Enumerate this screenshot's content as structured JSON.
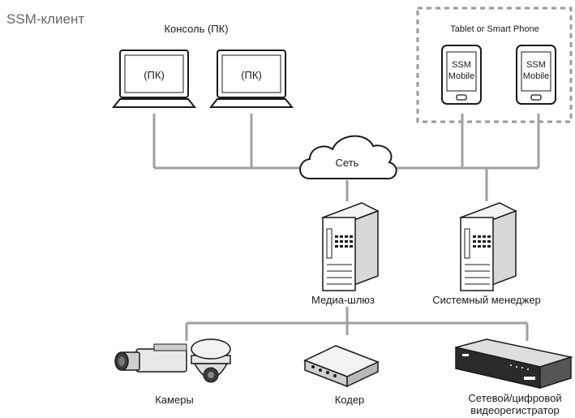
{
  "title": "SSM-клиент",
  "console": {
    "label": "Консоль (ПК)",
    "pc_labels": [
      "(ПК)",
      "(ПК)"
    ]
  },
  "mobile": {
    "group_label": "Tablet or Smart Phone",
    "device_label_line1": "SSM",
    "device_label_line2": "Mobile"
  },
  "network": {
    "label": "Сеть"
  },
  "servers": {
    "media_gateway": "Медиа-шлюз",
    "system_manager": "Системный менеджер"
  },
  "devices": {
    "cameras": "Камеры",
    "encoder": "Кодер",
    "recorder_line1": "Сетевой/цифровой",
    "recorder_line2": "видеорегистратор"
  },
  "colors": {
    "wire": "#a0a0a0",
    "outline": "#1a1a1a",
    "title_text": "#666666",
    "dashed_border": "#999999"
  }
}
